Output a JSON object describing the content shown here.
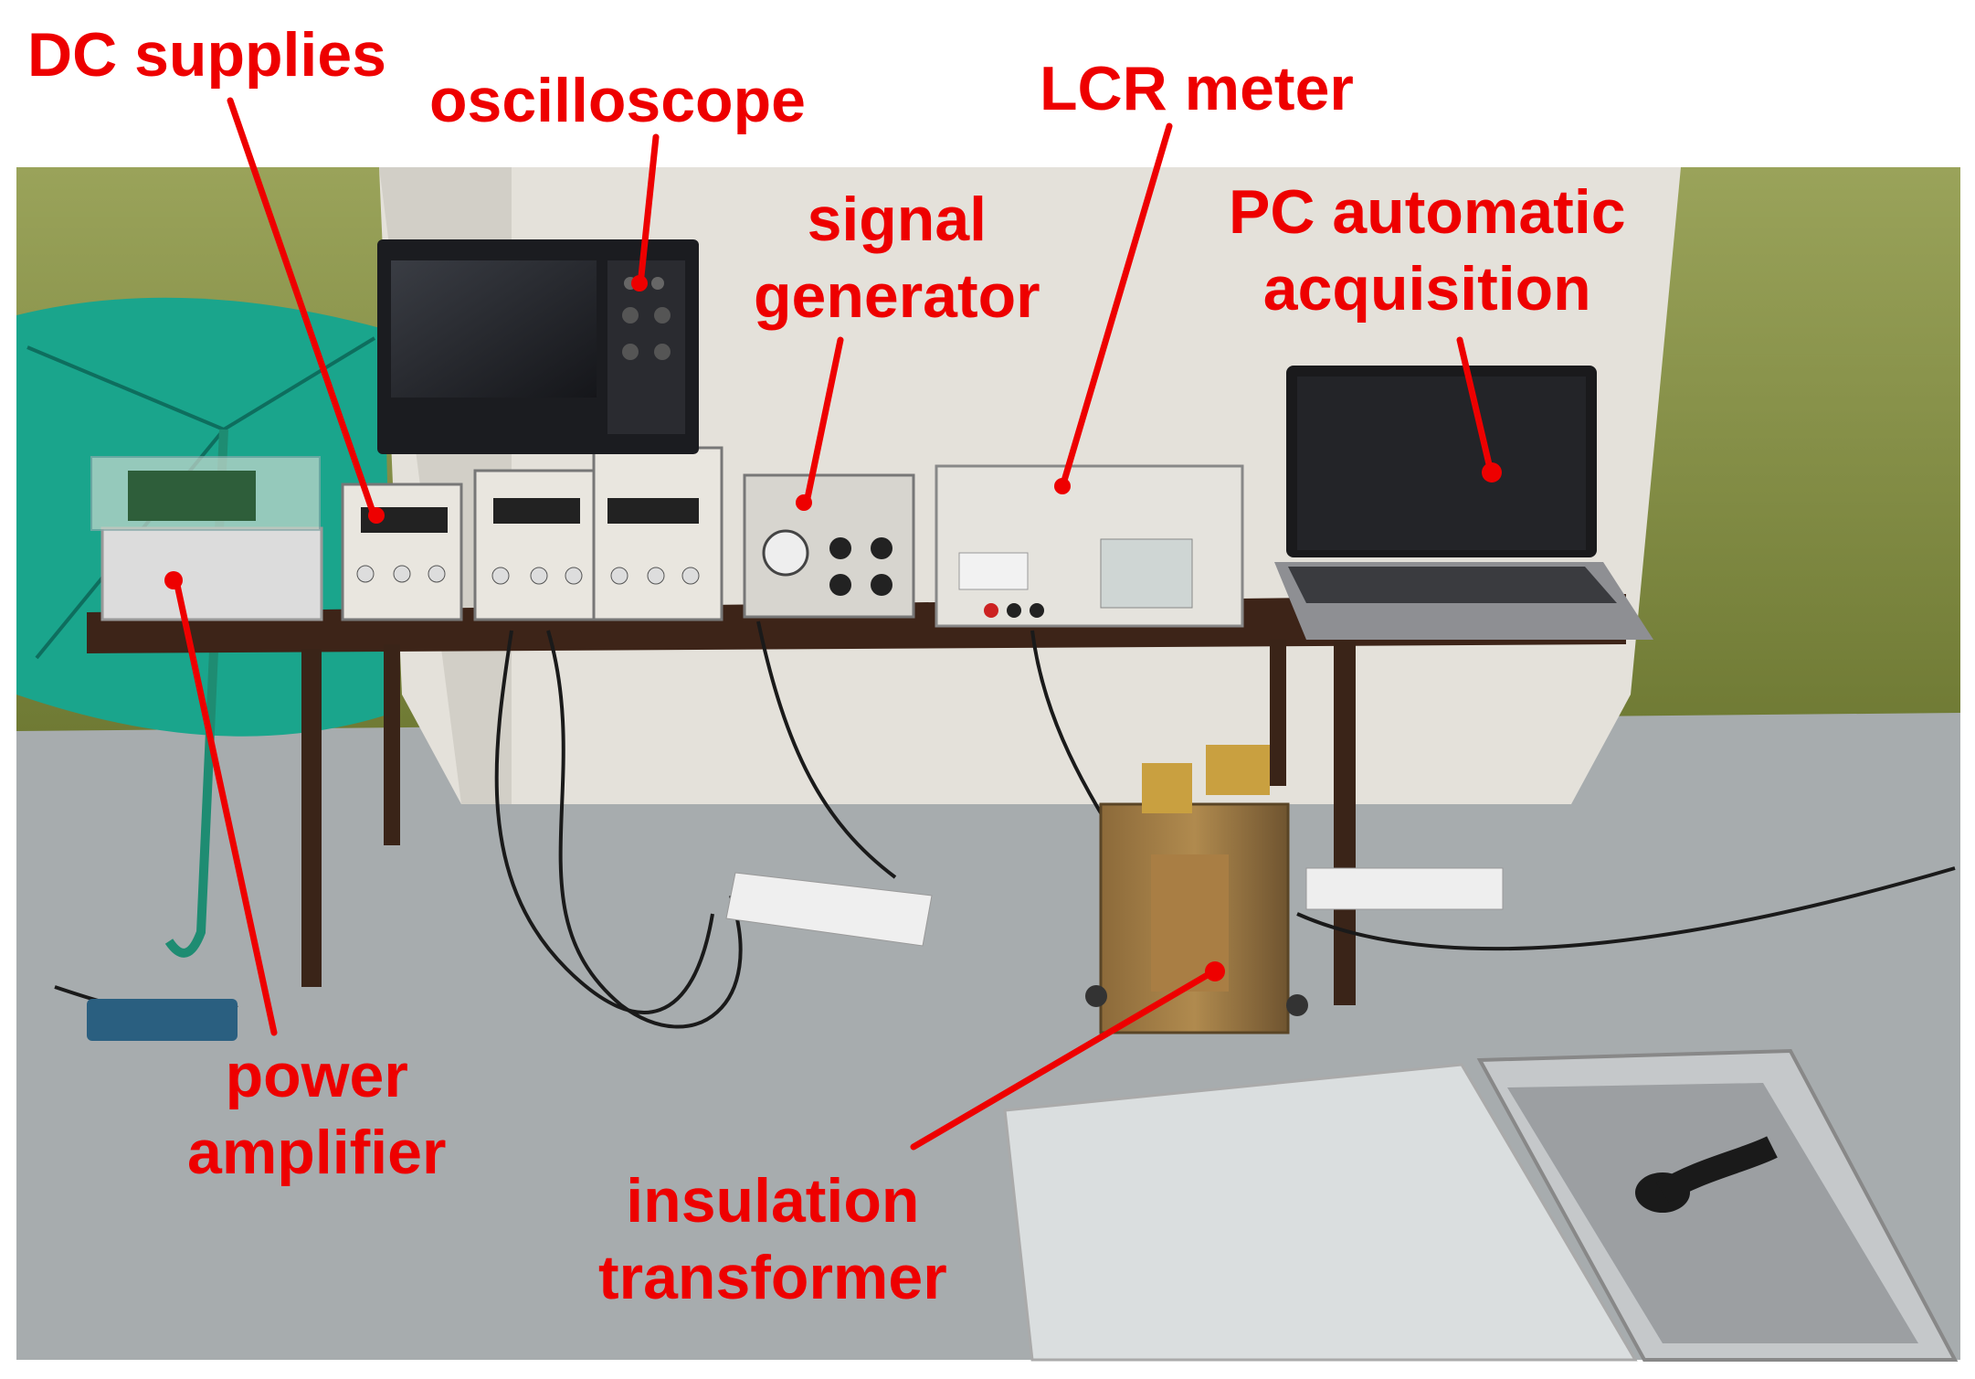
{
  "labels": {
    "dc_supplies": "DC supplies",
    "oscilloscope": "oscilloscope",
    "lcr_meter": "LCR meter",
    "signal_generator": {
      "line1": "signal",
      "line2": "generator"
    },
    "pc_acquisition": {
      "line1": "PC automatic",
      "line2": "acquisition"
    },
    "power_amplifier": {
      "line1": "power",
      "line2": "amplifier"
    },
    "insulation_transformer": {
      "line1": "insulation",
      "line2": "transformer"
    }
  },
  "colors": {
    "annotation": "#ee0000",
    "background": "#ffffff"
  }
}
